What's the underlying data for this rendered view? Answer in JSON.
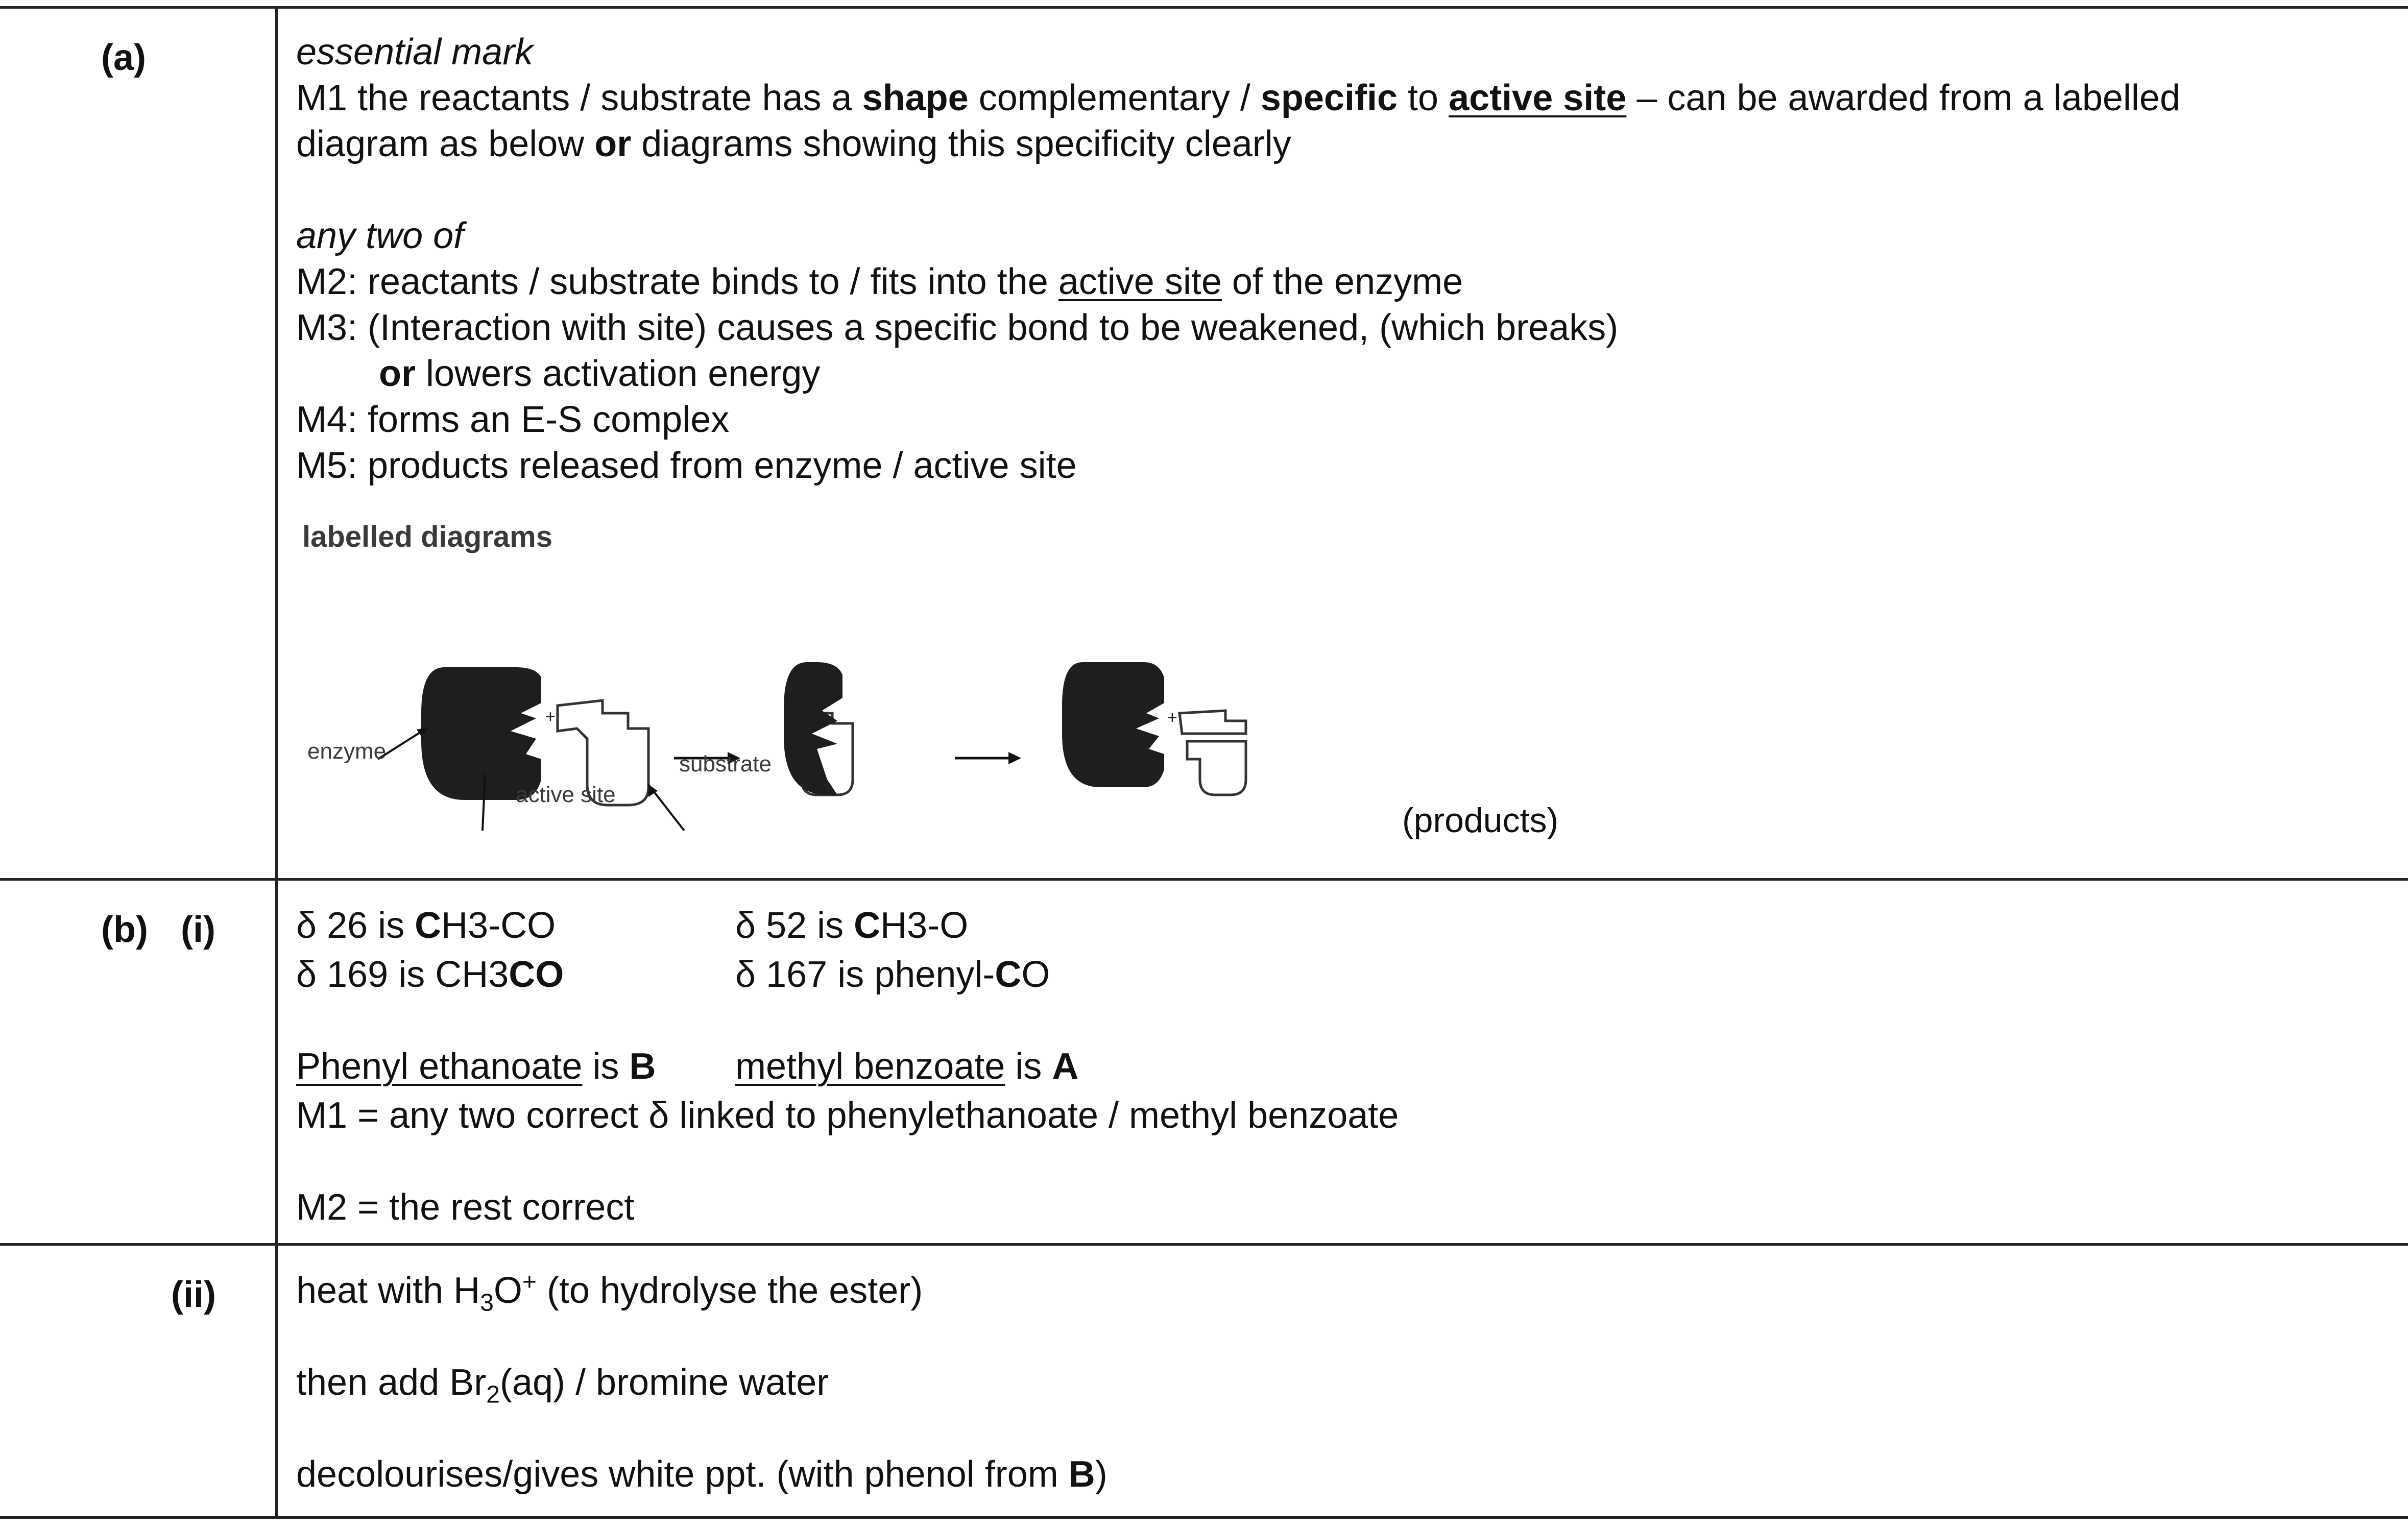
{
  "part_a": {
    "label": "(a)",
    "essential_mark": "essential mark",
    "m1_line1": [
      "M1 the reactants / substrate has a ",
      "shape",
      " complementary / ",
      "specific",
      " to ",
      "active site",
      " – can be awarded from a labelled"
    ],
    "m1_line2": [
      "diagram as below ",
      "or",
      " diagrams showing this specificity clearly"
    ],
    "any_two_of": "any two of",
    "m2": [
      "M2: reactants / substrate binds to / fits into the ",
      "active site",
      " of the enzyme"
    ],
    "m3_line1": "M3: (Interaction with site) causes a specific bond to be weakened, (which breaks)",
    "m3_line2": [
      "or",
      " lowers activation energy"
    ],
    "m4": "M4: forms an E-S complex",
    "m5": "M5: products released from enzyme / active site",
    "diagram": {
      "title": "labelled diagrams",
      "enzyme_label": "enzyme",
      "active_site_label": "active site",
      "substrate_label": "substrate",
      "products_label": "(products)",
      "enzyme_color": "#1e1e1e"
    }
  },
  "part_b_i": {
    "label_b": "(b)",
    "label_i": "(i)",
    "row1_left": [
      "δ 26 is ",
      "C",
      "H3-CO"
    ],
    "row1_right": [
      "δ 52 is ",
      "C",
      "H3-O"
    ],
    "row2_left": [
      "δ 169 is CH3",
      "CO"
    ],
    "row2_right": [
      "δ 167 is phenyl-",
      "C",
      "O"
    ],
    "ident_left": [
      "Phenyl ethanoate",
      " is ",
      "B"
    ],
    "ident_right": [
      "methyl benzoate",
      " is ",
      "A"
    ],
    "m1": "M1 = any two correct δ linked to phenylethanoate / methyl benzoate",
    "m2": "M2 = the rest correct"
  },
  "part_b_ii": {
    "label": "(ii)",
    "line1": [
      "heat with H",
      "3",
      "O",
      "+",
      " (to hydrolyse the ester)"
    ],
    "line2": [
      "then add Br",
      "2",
      "(aq) / bromine water"
    ],
    "line3": [
      "decolourises/gives white ppt. (with phenol from ",
      "B",
      ")"
    ]
  }
}
